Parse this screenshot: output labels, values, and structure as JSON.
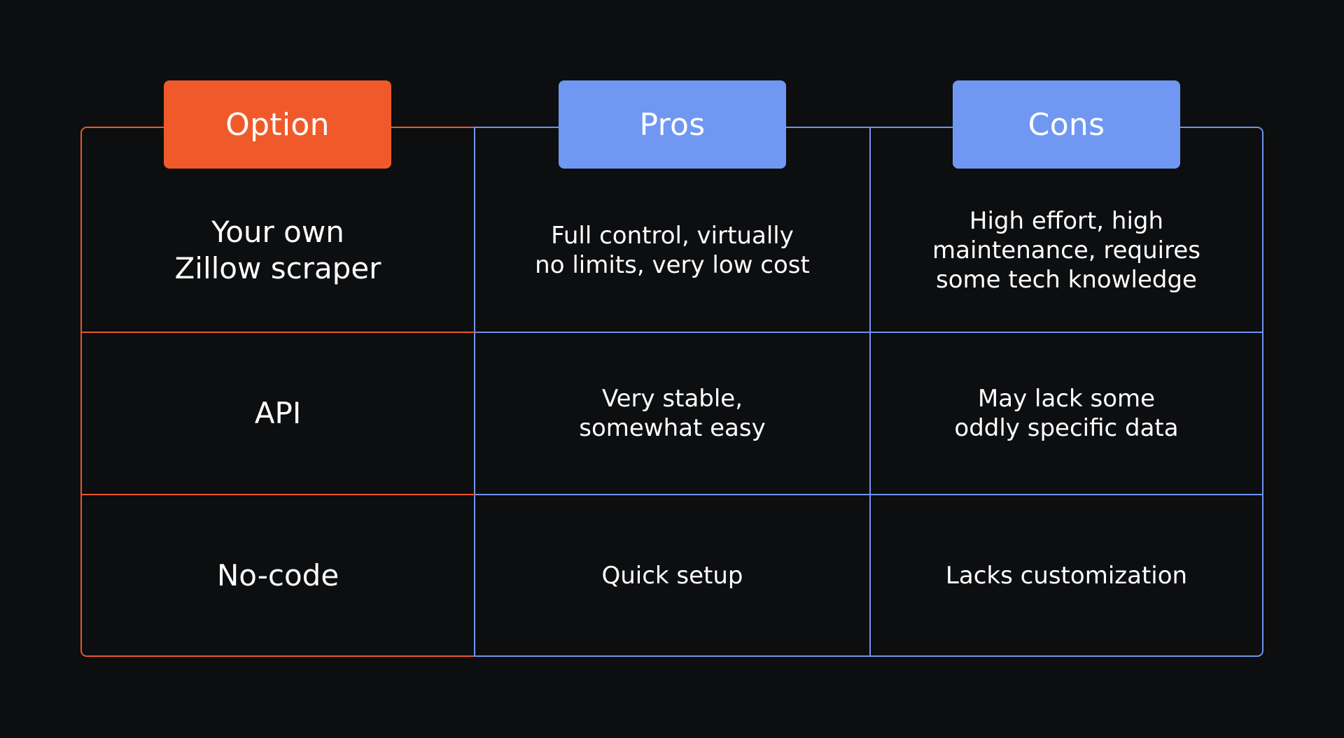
{
  "headers": {
    "option": "Option",
    "pros": "Pros",
    "cons": "Cons"
  },
  "rows": [
    {
      "option": "Your own\nZillow scraper",
      "pros": "Full control, virtually\nno limits, very low cost",
      "cons": "High effort, high\nmaintenance, requires\nsome tech knowledge"
    },
    {
      "option": "API",
      "pros": "Very stable,\nsomewhat easy",
      "cons": "May lack some\noddly specific data"
    },
    {
      "option": "No-code",
      "pros": "Quick setup",
      "cons": "Lacks customization"
    }
  ],
  "colors": {
    "background": "#0d0e10",
    "option_accent": "#f05a2a",
    "pros_cons_accent": "#7098f2",
    "text": "#ffffff"
  }
}
